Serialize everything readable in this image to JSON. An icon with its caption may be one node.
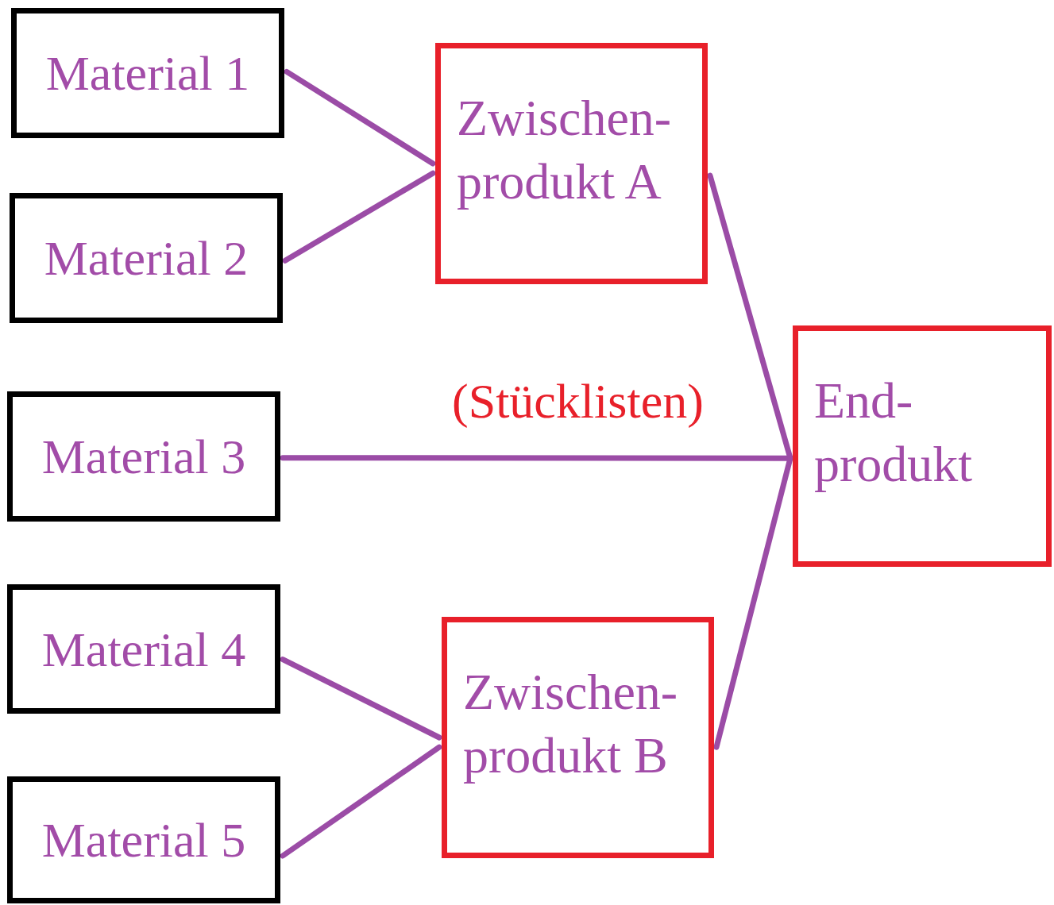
{
  "diagram": {
    "nodes": [
      {
        "text": [
          "Material 1"
        ]
      },
      {
        "text": [
          "Material 2"
        ]
      },
      {
        "text": [
          "Material 3"
        ]
      },
      {
        "text": [
          "Material 4"
        ]
      },
      {
        "text": [
          "Material 5"
        ]
      },
      {
        "text": [
          "Zwischen- produkt A"
        ]
      },
      {
        "text": [
          "Zwischen- produkt B"
        ]
      },
      {
        "text": [
          "End- produkt"
        ]
      }
    ],
    "edges": [
      {
        "from": 0,
        "to": 5,
        "arrow": "none"
      },
      {
        "from": 1,
        "to": 5,
        "arrow": "none"
      },
      {
        "from": 2,
        "to": 7,
        "arrow": "none",
        "label": "(Stücklisten)"
      },
      {
        "from": 3,
        "to": 6,
        "arrow": "none"
      },
      {
        "from": 4,
        "to": 6,
        "arrow": "none"
      },
      {
        "from": 5,
        "to": 7,
        "arrow": "none"
      },
      {
        "from": 6,
        "to": 7,
        "arrow": "none"
      }
    ]
  }
}
